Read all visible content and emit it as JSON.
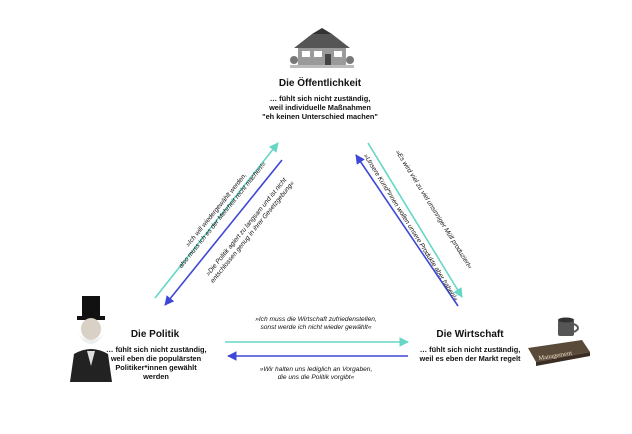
{
  "colors": {
    "teal": "#66d6c6",
    "blue": "#3f47d6",
    "text": "#111111"
  },
  "nodes": {
    "public": {
      "title": "Die Öffentlichkeit",
      "lines": [
        "… fühlt sich nicht zuständig,",
        "weil individuelle Maßnahmen",
        "\"eh keinen Unterschied machen\""
      ],
      "icon": "house-icon"
    },
    "politics": {
      "title": "Die Politik",
      "lines": [
        "… fühlt sich nicht zuständig,",
        "weil  eben die populärsten",
        "Politiker*innen gewählt",
        "werden"
      ],
      "icon": "politician-icon"
    },
    "economy": {
      "title": "Die Wirtschaft",
      "lines": [
        "… fühlt sich nicht zuständig,",
        "weil es eben der Markt regelt"
      ],
      "icon": "management-desk-icon",
      "sign_text": "Management"
    }
  },
  "quotes": {
    "politics_to_public": [
      "»Ich will wiedergewählt werden,",
      "also muss ich es der Mehrheit recht machen!«"
    ],
    "public_to_politics": [
      "»Die Politik agiert zu langsam und ist nicht",
      "entschlossen genug in ihrer Gesetzgebung«"
    ],
    "public_to_economy": [
      "»Es wird viel zu viel unsinniger Müll produziert«"
    ],
    "economy_to_public": [
      "»Unsere Kund*innen wollen unsere Produkte aber haben!«"
    ],
    "politics_to_economy": [
      "»Ich muss die Wirtschaft zufriedenstellen,",
      "sonst werde ich nicht wieder gewählt«"
    ],
    "economy_to_politics": [
      "»Wir halten uns lediglich an Vorgaben,",
      "die uns die Politik vorgibt«"
    ]
  }
}
